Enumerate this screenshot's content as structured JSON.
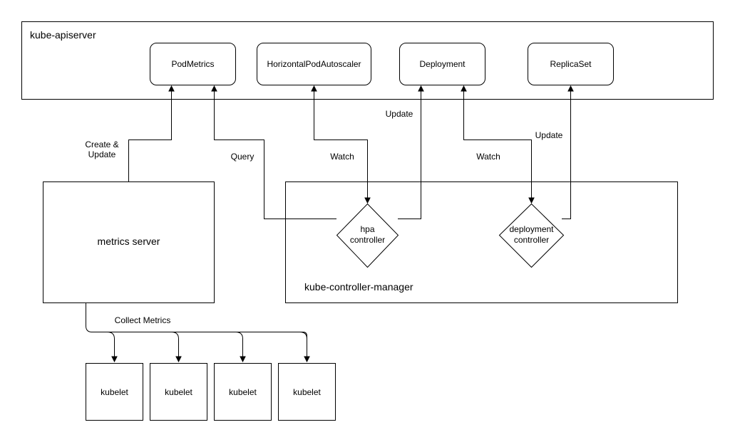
{
  "containers": {
    "apiserver": "kube-apiserver",
    "controller_manager": "kube-controller-manager"
  },
  "resources": {
    "podmetrics": "PodMetrics",
    "hpa": "HorizontalPodAutoscaler",
    "deployment": "Deployment",
    "replicaset": "ReplicaSet"
  },
  "components": {
    "metrics_server": "metrics server",
    "hpa_controller": [
      "hpa",
      "controller"
    ],
    "deployment_controller": [
      "deployment",
      "controller"
    ]
  },
  "kubelets": [
    "kubelet",
    "kubelet",
    "kubelet",
    "kubelet"
  ],
  "edge_labels": {
    "create_update": [
      "Create &",
      "Update"
    ],
    "query": "Query",
    "watch_hpa": "Watch",
    "update_deployment": "Update",
    "watch_deployment": "Watch",
    "update_replicaset": "Update",
    "collect_metrics": "Collect Metrics"
  }
}
